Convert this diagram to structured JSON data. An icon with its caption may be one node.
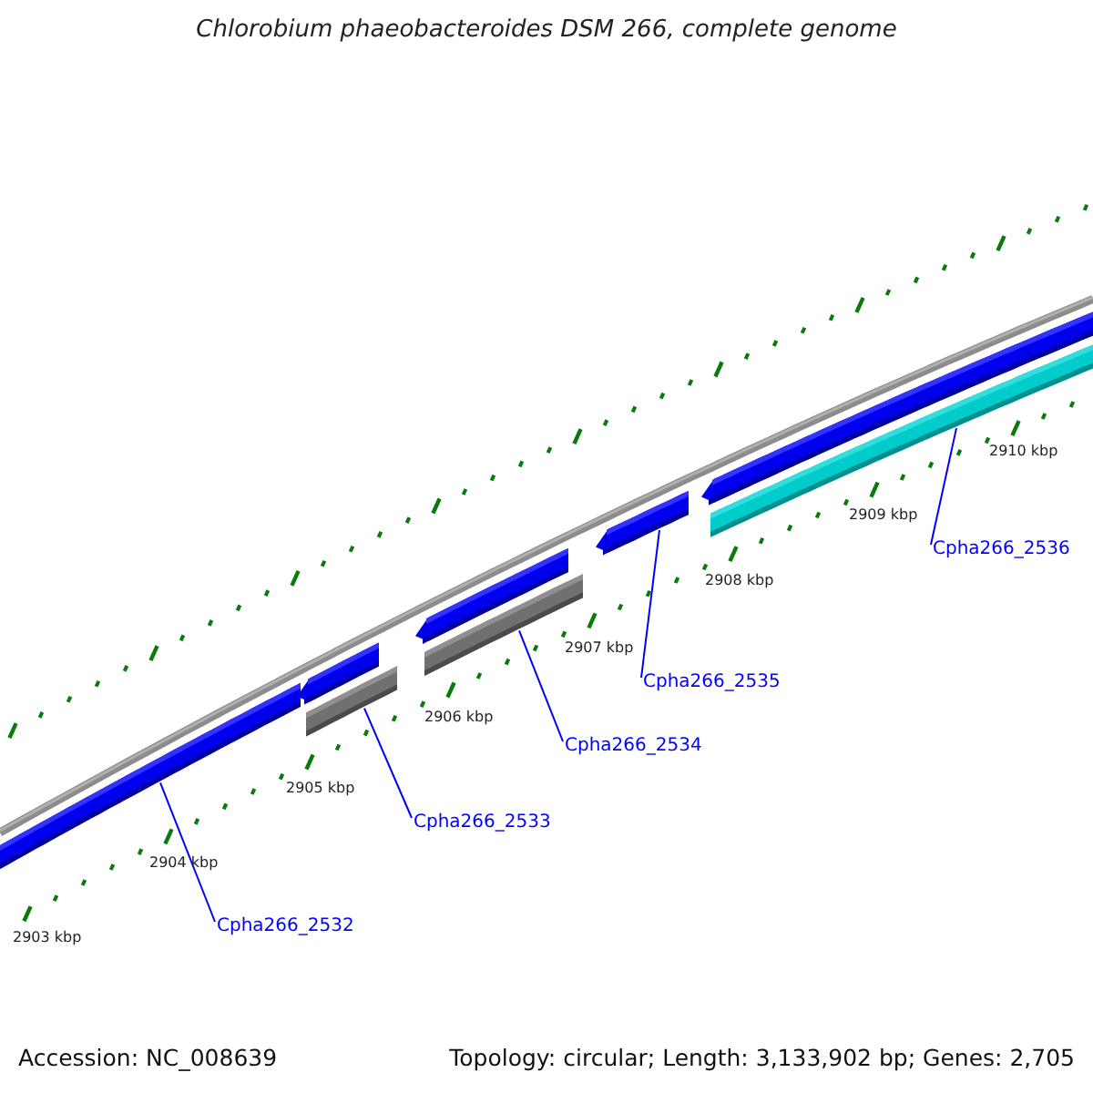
{
  "diagram": {
    "title": "Chlorobium phaeobacteroides DSM 266, complete genome",
    "nodes": [
      {
        "text": [],
        "shape": "arrow"
      },
      {
        "text": [],
        "shape": "arrow"
      },
      {
        "text": [],
        "shape": "bar"
      },
      {
        "text": [],
        "shape": "arrow"
      },
      {
        "text": [],
        "shape": "bar"
      },
      {
        "text": [],
        "shape": "arrow"
      },
      {
        "text": [],
        "shape": "arrow"
      },
      {
        "text": [],
        "shape": "bar"
      },
      {
        "text": [
          "Cpha266_2532"
        ]
      },
      {
        "text": [
          "Cpha266_2533"
        ]
      },
      {
        "text": [
          "Cpha266_2534"
        ]
      },
      {
        "text": [
          "Cpha266_2535"
        ]
      },
      {
        "text": [
          "Cpha266_2536"
        ]
      }
    ],
    "edges": [
      {
        "from": 8,
        "to": 0,
        "arrow": "none"
      },
      {
        "from": 9,
        "to": 2,
        "arrow": "none"
      },
      {
        "from": 10,
        "to": 4,
        "arrow": "none"
      },
      {
        "from": 11,
        "to": 5,
        "arrow": "none"
      },
      {
        "from": 12,
        "to": 7,
        "arrow": "none"
      }
    ],
    "labels": [
      "2910 kbp",
      "2909 kbp",
      "2908 kbp",
      "2907 kbp",
      "2906 kbp",
      "2905 kbp",
      "2904 kbp",
      "2903 kbp",
      "Accession: NC_008639",
      "Topology: circular; Length: 3,133,902 bp; Genes: 2,705"
    ]
  }
}
